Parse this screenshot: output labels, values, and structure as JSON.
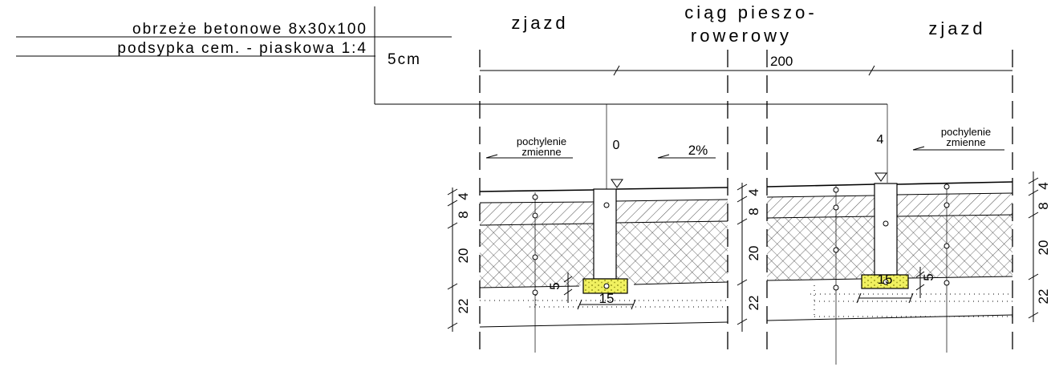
{
  "legend": {
    "curb_label": "obrzeże betonowe 8x30x100",
    "bedding_label": "podsypka cem. - piaskowa 1:4",
    "bedding_thickness": "5cm"
  },
  "zones": {
    "left": "zjazd",
    "middle_line1": "ciąg pieszo-",
    "middle_line2": "rowerowy",
    "right": "zjazd"
  },
  "widths": {
    "middle": "200"
  },
  "slopes": {
    "left_line1": "pochylenie",
    "left_line2": "zmienne",
    "middle": "2%",
    "right_line1": "pochylenie",
    "right_line2": "zmienne"
  },
  "levels": {
    "left": "0",
    "right": "4"
  },
  "layers": {
    "d1": "4",
    "d2": "8",
    "d3": "20",
    "d4": "22"
  },
  "footing": {
    "width": "15",
    "height": "5"
  }
}
